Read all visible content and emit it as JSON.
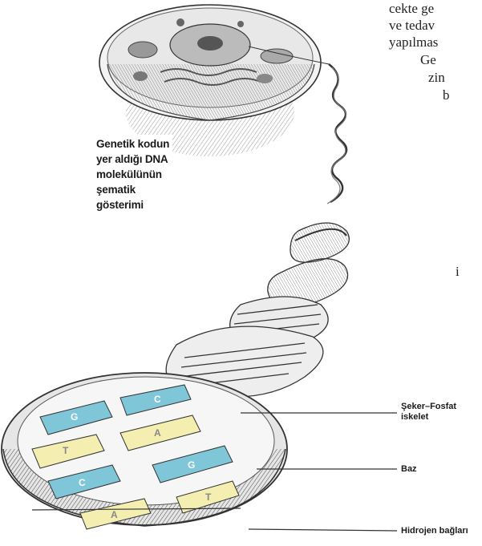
{
  "body_text": {
    "line1": "cekte ge",
    "line2": "ve tedav",
    "line3": "yapılmas",
    "line4": "Ge",
    "line5": "zin",
    "line6": "b",
    "line7": "i"
  },
  "caption": {
    "line1": "Genetik kodun",
    "line2": "yer aldığı DNA",
    "line3": "molekülünün",
    "line4": "şematik",
    "line5": "gösterimi"
  },
  "labels": {
    "sugar_phosphate_1": "Şeker–Fosfat",
    "sugar_phosphate_2": "iskelet",
    "base": "Baz",
    "hydrogen_bonds": "Hidrojen bağları"
  },
  "base_letters": [
    "G",
    "C",
    "T",
    "A",
    "C",
    "G",
    "A",
    "T"
  ],
  "colors": {
    "base_blue": "#7fc6d8",
    "base_yellow": "#f4eeb0",
    "ink": "#333333"
  }
}
